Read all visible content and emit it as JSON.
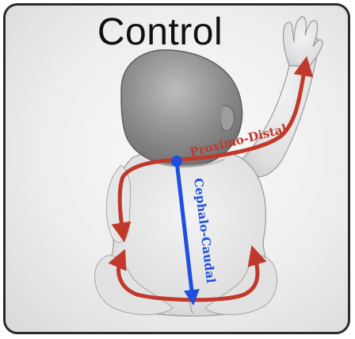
{
  "title": "Control",
  "labels": {
    "proximo_distal": "Proximo-Distal",
    "cephalo_caudal": "Cephalo-Caudal"
  },
  "colors": {
    "proximo_distal": "#c0392b",
    "cephalo_caudal": "#1f4fe0",
    "frame": "#2b2b2b"
  }
}
